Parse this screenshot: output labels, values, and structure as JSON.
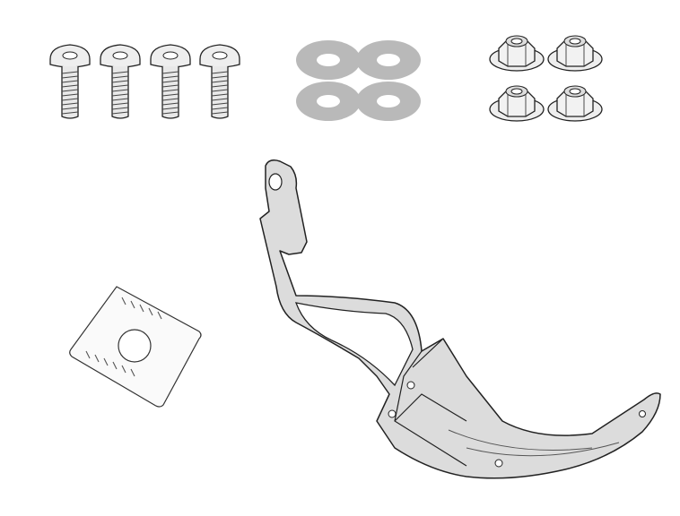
{
  "illustration": {
    "parts": [
      {
        "kind": "bolt",
        "icon": "flanged-socket-bolt-icon"
      },
      {
        "kind": "washer",
        "icon": "flat-washer-icon"
      },
      {
        "kind": "nut",
        "icon": "flange-lock-nut-icon"
      },
      {
        "kind": "plate",
        "icon": "square-plate-washer-icon"
      },
      {
        "kind": "bracket",
        "icon": "mounting-bracket-icon"
      }
    ],
    "colors": {
      "outline": "#222222",
      "washer_fill": "#b9b9b9",
      "metal_fill": "#e6e6e6",
      "bracket_fill": "#dcdcdc",
      "background": "#ffffff"
    }
  }
}
